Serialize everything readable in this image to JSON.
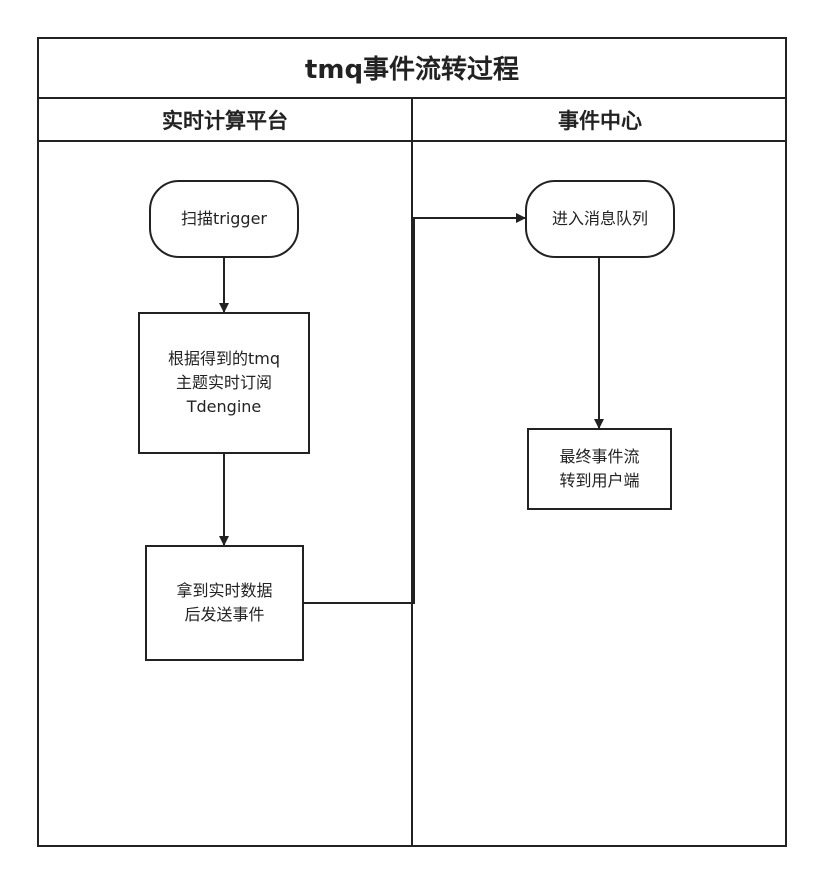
{
  "diagram": {
    "title": "tmq事件流转过程",
    "lanes": [
      {
        "id": "realtime",
        "label": "实时计算平台"
      },
      {
        "id": "eventcenter",
        "label": "事件中心"
      }
    ],
    "nodes": [
      {
        "id": "scan",
        "lane": "realtime",
        "shape": "terminal",
        "text": "扫描trigger"
      },
      {
        "id": "subscribe",
        "lane": "realtime",
        "shape": "process",
        "text": "根据得到的tmq\n主题实时订阅\nTdengine"
      },
      {
        "id": "send",
        "lane": "realtime",
        "shape": "process",
        "text": "拿到实时数据\n后发送事件"
      },
      {
        "id": "queue",
        "lane": "eventcenter",
        "shape": "terminal",
        "text": "进入消息队列"
      },
      {
        "id": "deliver",
        "lane": "eventcenter",
        "shape": "process",
        "text": "最终事件流\n转到用户端"
      }
    ],
    "edges": [
      {
        "from": "scan",
        "to": "subscribe"
      },
      {
        "from": "subscribe",
        "to": "send"
      },
      {
        "from": "send",
        "to": "queue"
      },
      {
        "from": "queue",
        "to": "deliver"
      }
    ]
  },
  "colors": {
    "line": "#222222",
    "background": "#ffffff"
  }
}
